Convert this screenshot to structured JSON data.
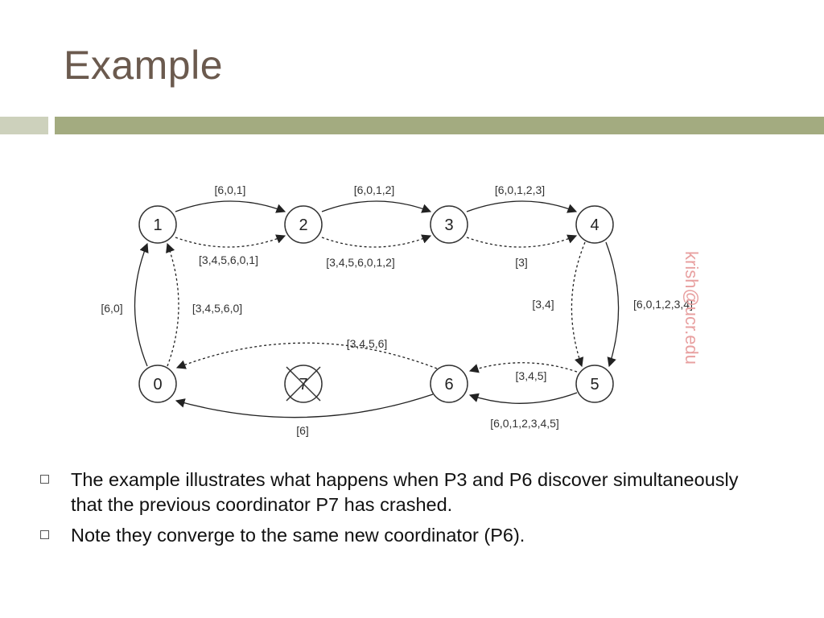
{
  "slide": {
    "title": "Example"
  },
  "diagram": {
    "nodes": [
      "1",
      "2",
      "3",
      "4",
      "0",
      "7",
      "6",
      "5"
    ],
    "edge_labels": {
      "e12_solid": "[6,0,1]",
      "e12_dotted": "[3,4,5,6,0,1]",
      "e23_solid": "[6,0,1,2]",
      "e23_dotted": "[3,4,5,6,0,1,2]",
      "e34_solid": "[6,0,1,2,3]",
      "e34_dotted": "[3]",
      "e45_dotted": "[3,4]",
      "e45_solid": "[6,0,1,2,3,4]",
      "e01_solid": "[6,0]",
      "e01_dotted": "[3,4,5,6,0]",
      "e60_dotted": "[3,4,5,6]",
      "e56_dotted": "[3,4,5]",
      "e56_solid": "[6,0,1,2,3,4,5]",
      "e60_solid": "[6]"
    },
    "watermark": "krish@ucr.edu"
  },
  "bullets": [
    " The example illustrates what happens when P3 and P6 discover simultaneously that the previous coordinator P7 has crashed.",
    " Note they converge to the same new coordinator (P6)."
  ]
}
